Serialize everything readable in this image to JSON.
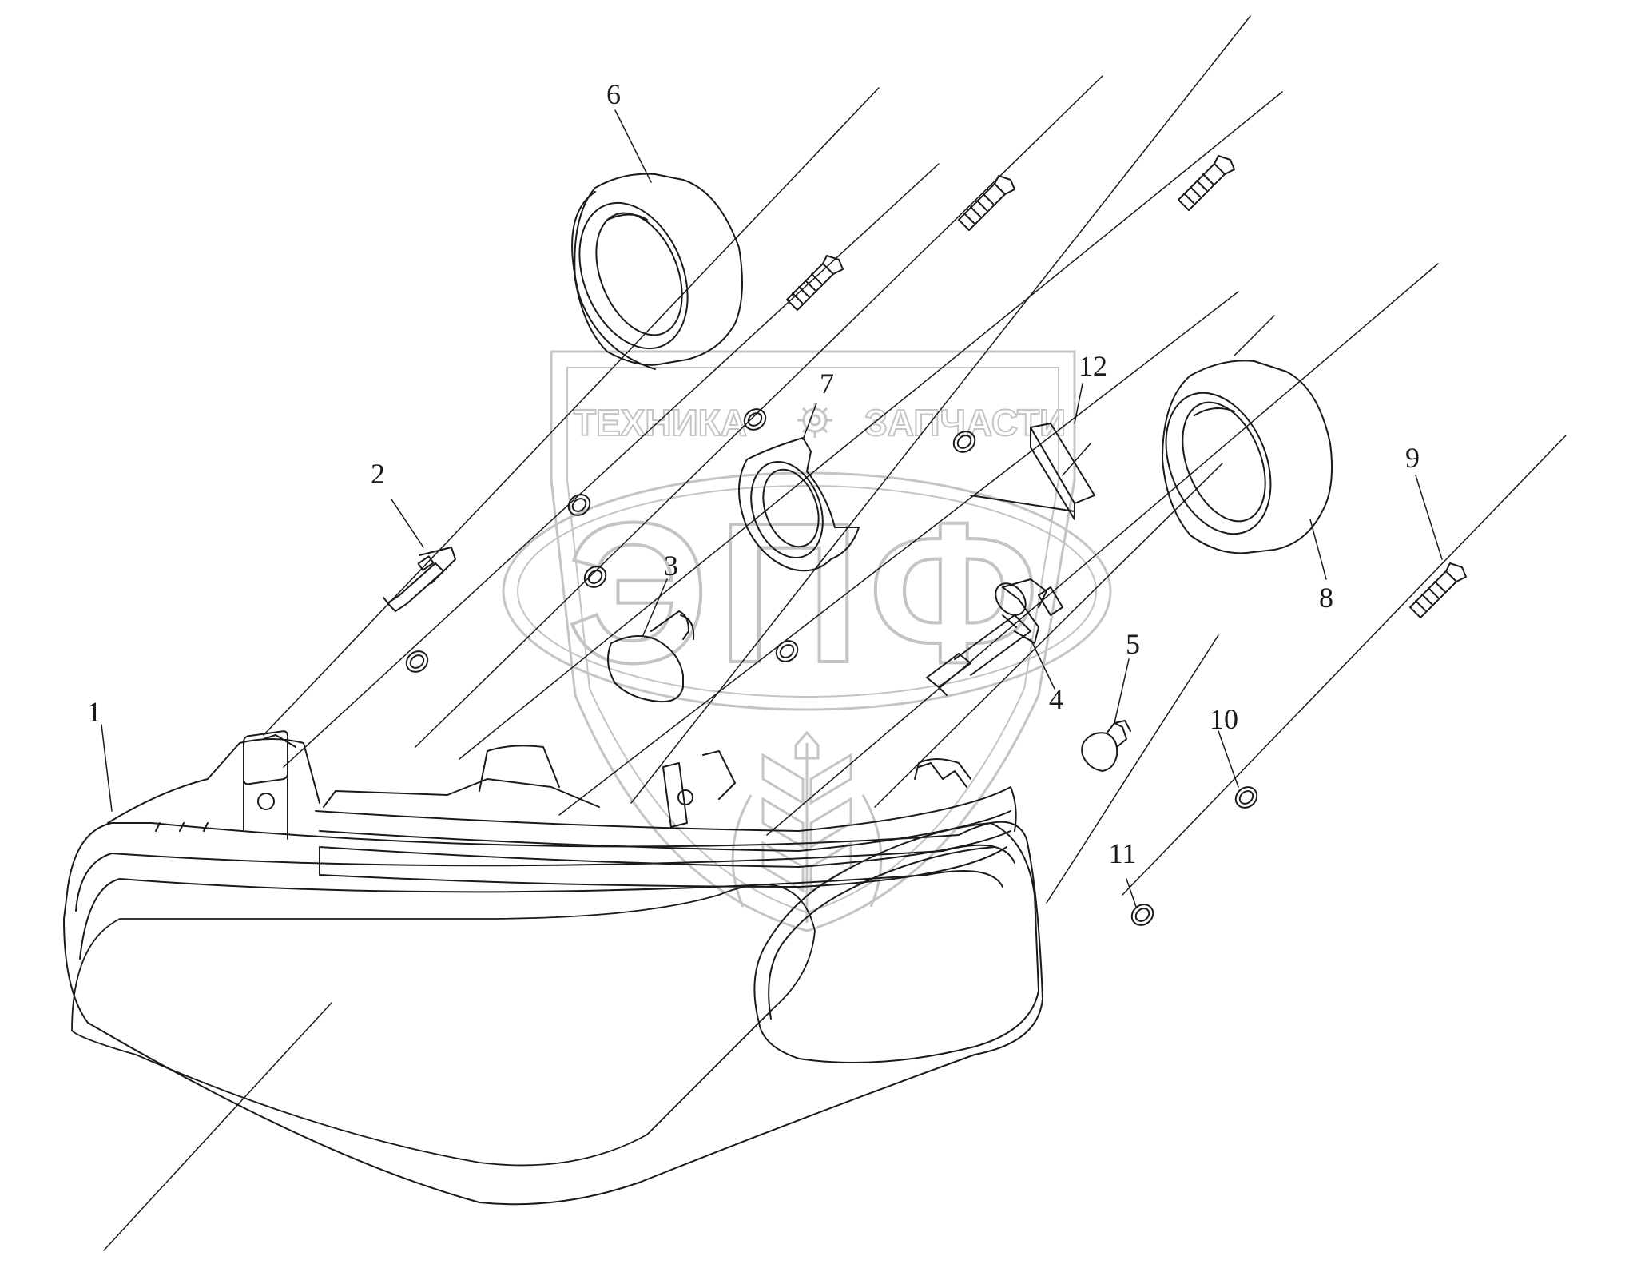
{
  "diagram": {
    "callouts": [
      {
        "id": "1",
        "label": "1"
      },
      {
        "id": "2",
        "label": "2"
      },
      {
        "id": "3",
        "label": "3"
      },
      {
        "id": "4",
        "label": "4"
      },
      {
        "id": "5",
        "label": "5"
      },
      {
        "id": "6",
        "label": "6"
      },
      {
        "id": "7",
        "label": "7"
      },
      {
        "id": "8",
        "label": "8"
      },
      {
        "id": "9",
        "label": "9"
      },
      {
        "id": "10",
        "label": "10"
      },
      {
        "id": "11",
        "label": "11"
      },
      {
        "id": "12",
        "label": "12"
      }
    ]
  },
  "watermark": {
    "left_text": "ТЕХНИКА",
    "right_text": "ЗАПЧАСТИ",
    "big_text": "ЭПФ",
    "icon": "gear-icon",
    "emblem_icon": "wheat-ear-icon",
    "color": "#c8c8c8"
  },
  "colors": {
    "line": "#1a1a1a",
    "watermark": "#bdbdbd"
  }
}
